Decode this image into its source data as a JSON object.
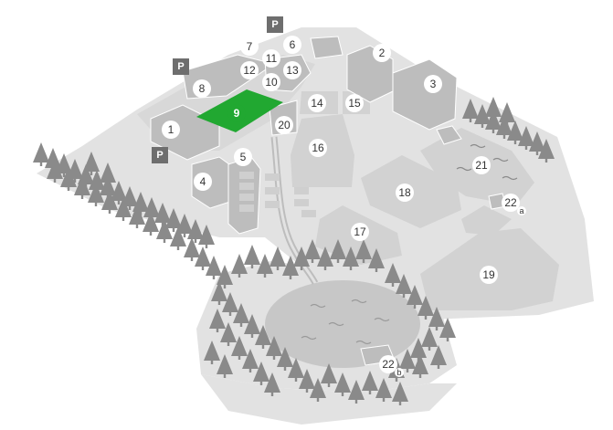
{
  "colors": {
    "ground": "#e2e2e2",
    "field": "#d2d2d2",
    "building": "#bdbdbd",
    "tree": "#8a8a8a",
    "parking": "#6e6e6e",
    "highlight": "#21a831",
    "marker": "#ffffff"
  },
  "highlighted_building": "9",
  "icons": {
    "parking": "parking-icon",
    "tree": "tree-icon",
    "marker": "location-marker-icon"
  },
  "markers": [
    {
      "id": "m1",
      "label": "1"
    },
    {
      "id": "m2",
      "label": "2"
    },
    {
      "id": "m3",
      "label": "3"
    },
    {
      "id": "m4",
      "label": "4"
    },
    {
      "id": "m5",
      "label": "5"
    },
    {
      "id": "m6",
      "label": "6"
    },
    {
      "id": "m7",
      "label": "7"
    },
    {
      "id": "m8",
      "label": "8"
    },
    {
      "id": "m9",
      "label": "9"
    },
    {
      "id": "m10",
      "label": "10"
    },
    {
      "id": "m11",
      "label": "11"
    },
    {
      "id": "m12",
      "label": "12"
    },
    {
      "id": "m13",
      "label": "13"
    },
    {
      "id": "m14",
      "label": "14"
    },
    {
      "id": "m15",
      "label": "15"
    },
    {
      "id": "m16",
      "label": "16"
    },
    {
      "id": "m17",
      "label": "17"
    },
    {
      "id": "m18",
      "label": "18"
    },
    {
      "id": "m19",
      "label": "19"
    },
    {
      "id": "m20",
      "label": "20"
    },
    {
      "id": "m21",
      "label": "21"
    },
    {
      "id": "m22a",
      "label": "22",
      "sub": "a"
    },
    {
      "id": "m22b",
      "label": "22",
      "sub": "b"
    }
  ],
  "parking": [
    {
      "id": "p1",
      "label": "P"
    },
    {
      "id": "p2",
      "label": "P"
    },
    {
      "id": "p3",
      "label": "P"
    }
  ]
}
